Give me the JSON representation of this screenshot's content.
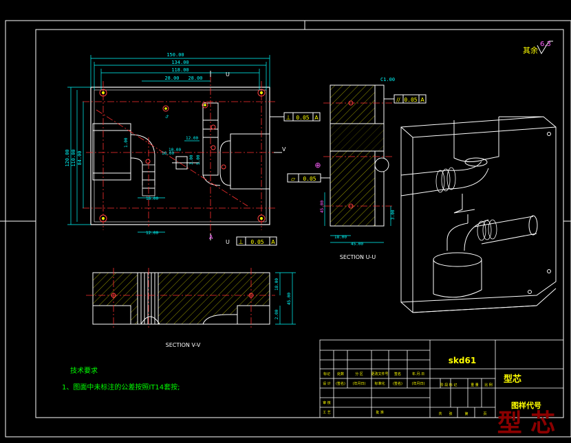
{
  "colors": {
    "background": "#000000",
    "frame": "#ffffff",
    "part": "#ffffff",
    "dimension": "#00ffff",
    "centerline": "#ff3030",
    "hatch": "#ffff00",
    "hole": "#ff4040",
    "note": "#00ff00",
    "tolerance": "#ffffff",
    "watermark": "#8b0000",
    "title_magenta": "#ff60ff"
  },
  "roughness": {
    "label": "其余",
    "value": "6.3"
  },
  "top_view": {
    "dims": [
      "150.00",
      "134.00",
      "118.00",
      "28.00",
      "28.00",
      "120.00",
      "110.00",
      "84.00",
      "12.00",
      "10.00",
      "5",
      "16.00",
      "12.00",
      "1.00",
      "3.00",
      "5.00",
      "16.00"
    ],
    "section_markers": {
      "u": "U",
      "v": "V"
    },
    "tolerance_frame": {
      "symbol": "⊥",
      "value": "0.05",
      "datum": "A"
    },
    "datum_marker": "A"
  },
  "right_view": {
    "dims": [
      "C1.00",
      "18.00",
      "45.00",
      "45.00",
      "3.00"
    ],
    "tolerance_parallel": {
      "symbol": "//",
      "value": "0.05",
      "datum": "A"
    },
    "tolerance_perp": {
      "symbol": "⊥",
      "value": "0.05",
      "datum": "A"
    },
    "tolerance_flat": {
      "symbol": "▱",
      "value": "0.05"
    },
    "position_symbol": "⊕",
    "caption": "SECTION U-U"
  },
  "bottom_view": {
    "dims": [
      "18.00",
      "45.00",
      "2.00"
    ],
    "caption": "SECTION V-V"
  },
  "notes": {
    "heading": "技术要求",
    "item1": "1、图面中未标注的公差按照IT14套按;"
  },
  "title_block": {
    "part_name": "skd61",
    "drawing_title": "型芯",
    "drawing_code_label": "图样代号",
    "row_labels_1": [
      "标记",
      "处数",
      "分 区",
      "更改文件号",
      "签名",
      "年.月.日"
    ],
    "row_labels_2": [
      "设 计",
      "(签名)",
      "(年月日)",
      "标准化",
      "(签名)",
      "(年月日)"
    ],
    "row_labels_3": [
      "审 核"
    ],
    "row_labels_4": [
      "工 艺",
      "批 准"
    ],
    "stage_labels": [
      "阶 段 标 记",
      "重 量",
      "比 例"
    ],
    "sheet_labels": [
      "共",
      "张",
      "第",
      "页"
    ]
  },
  "watermark": "型 芯"
}
